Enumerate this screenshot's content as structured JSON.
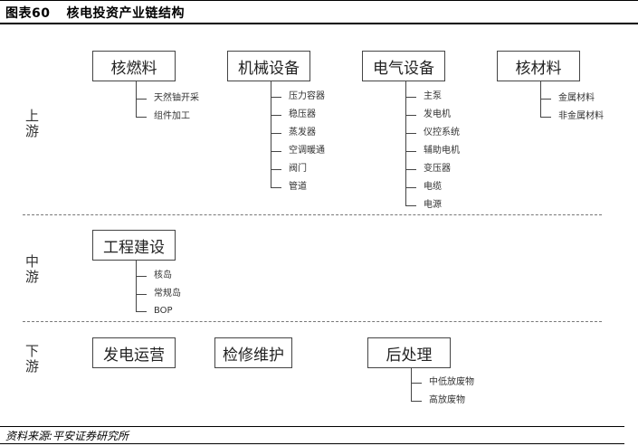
{
  "title": {
    "label": "图表60",
    "text": "核电投资产业链结构"
  },
  "stages": [
    {
      "name": "上游",
      "chars": [
        "上",
        "游"
      ]
    },
    {
      "name": "中游",
      "chars": [
        "中",
        "游"
      ]
    },
    {
      "name": "下游",
      "chars": [
        "下",
        "游"
      ]
    }
  ],
  "nodes": [
    {
      "id": "nuclear-fuel",
      "label": "核燃料",
      "children": [
        "天然铀开采",
        "组件加工"
      ]
    },
    {
      "id": "mechanical-equipment",
      "label": "机械设备",
      "children": [
        "压力容器",
        "稳压器",
        "蒸发器",
        "空调暖通",
        "阀门",
        "管道"
      ]
    },
    {
      "id": "electrical-equipment",
      "label": "电气设备",
      "children": [
        "主泵",
        "发电机",
        "仪控系统",
        "辅助电机",
        "变压器",
        "电缆",
        "电源"
      ]
    },
    {
      "id": "nuclear-materials",
      "label": "核材料",
      "children": [
        "金属材料",
        "非金属材料"
      ]
    },
    {
      "id": "engineering-construction",
      "label": "工程建设",
      "children": [
        "核岛",
        "常规岛",
        "BOP"
      ]
    },
    {
      "id": "power-operation",
      "label": "发电运营",
      "children": []
    },
    {
      "id": "maintenance",
      "label": "检修维护",
      "children": []
    },
    {
      "id": "post-processing",
      "label": "后处理",
      "children": [
        "中低放废物",
        "高放废物"
      ]
    }
  ],
  "source": "资料来源:平安证券研究所"
}
